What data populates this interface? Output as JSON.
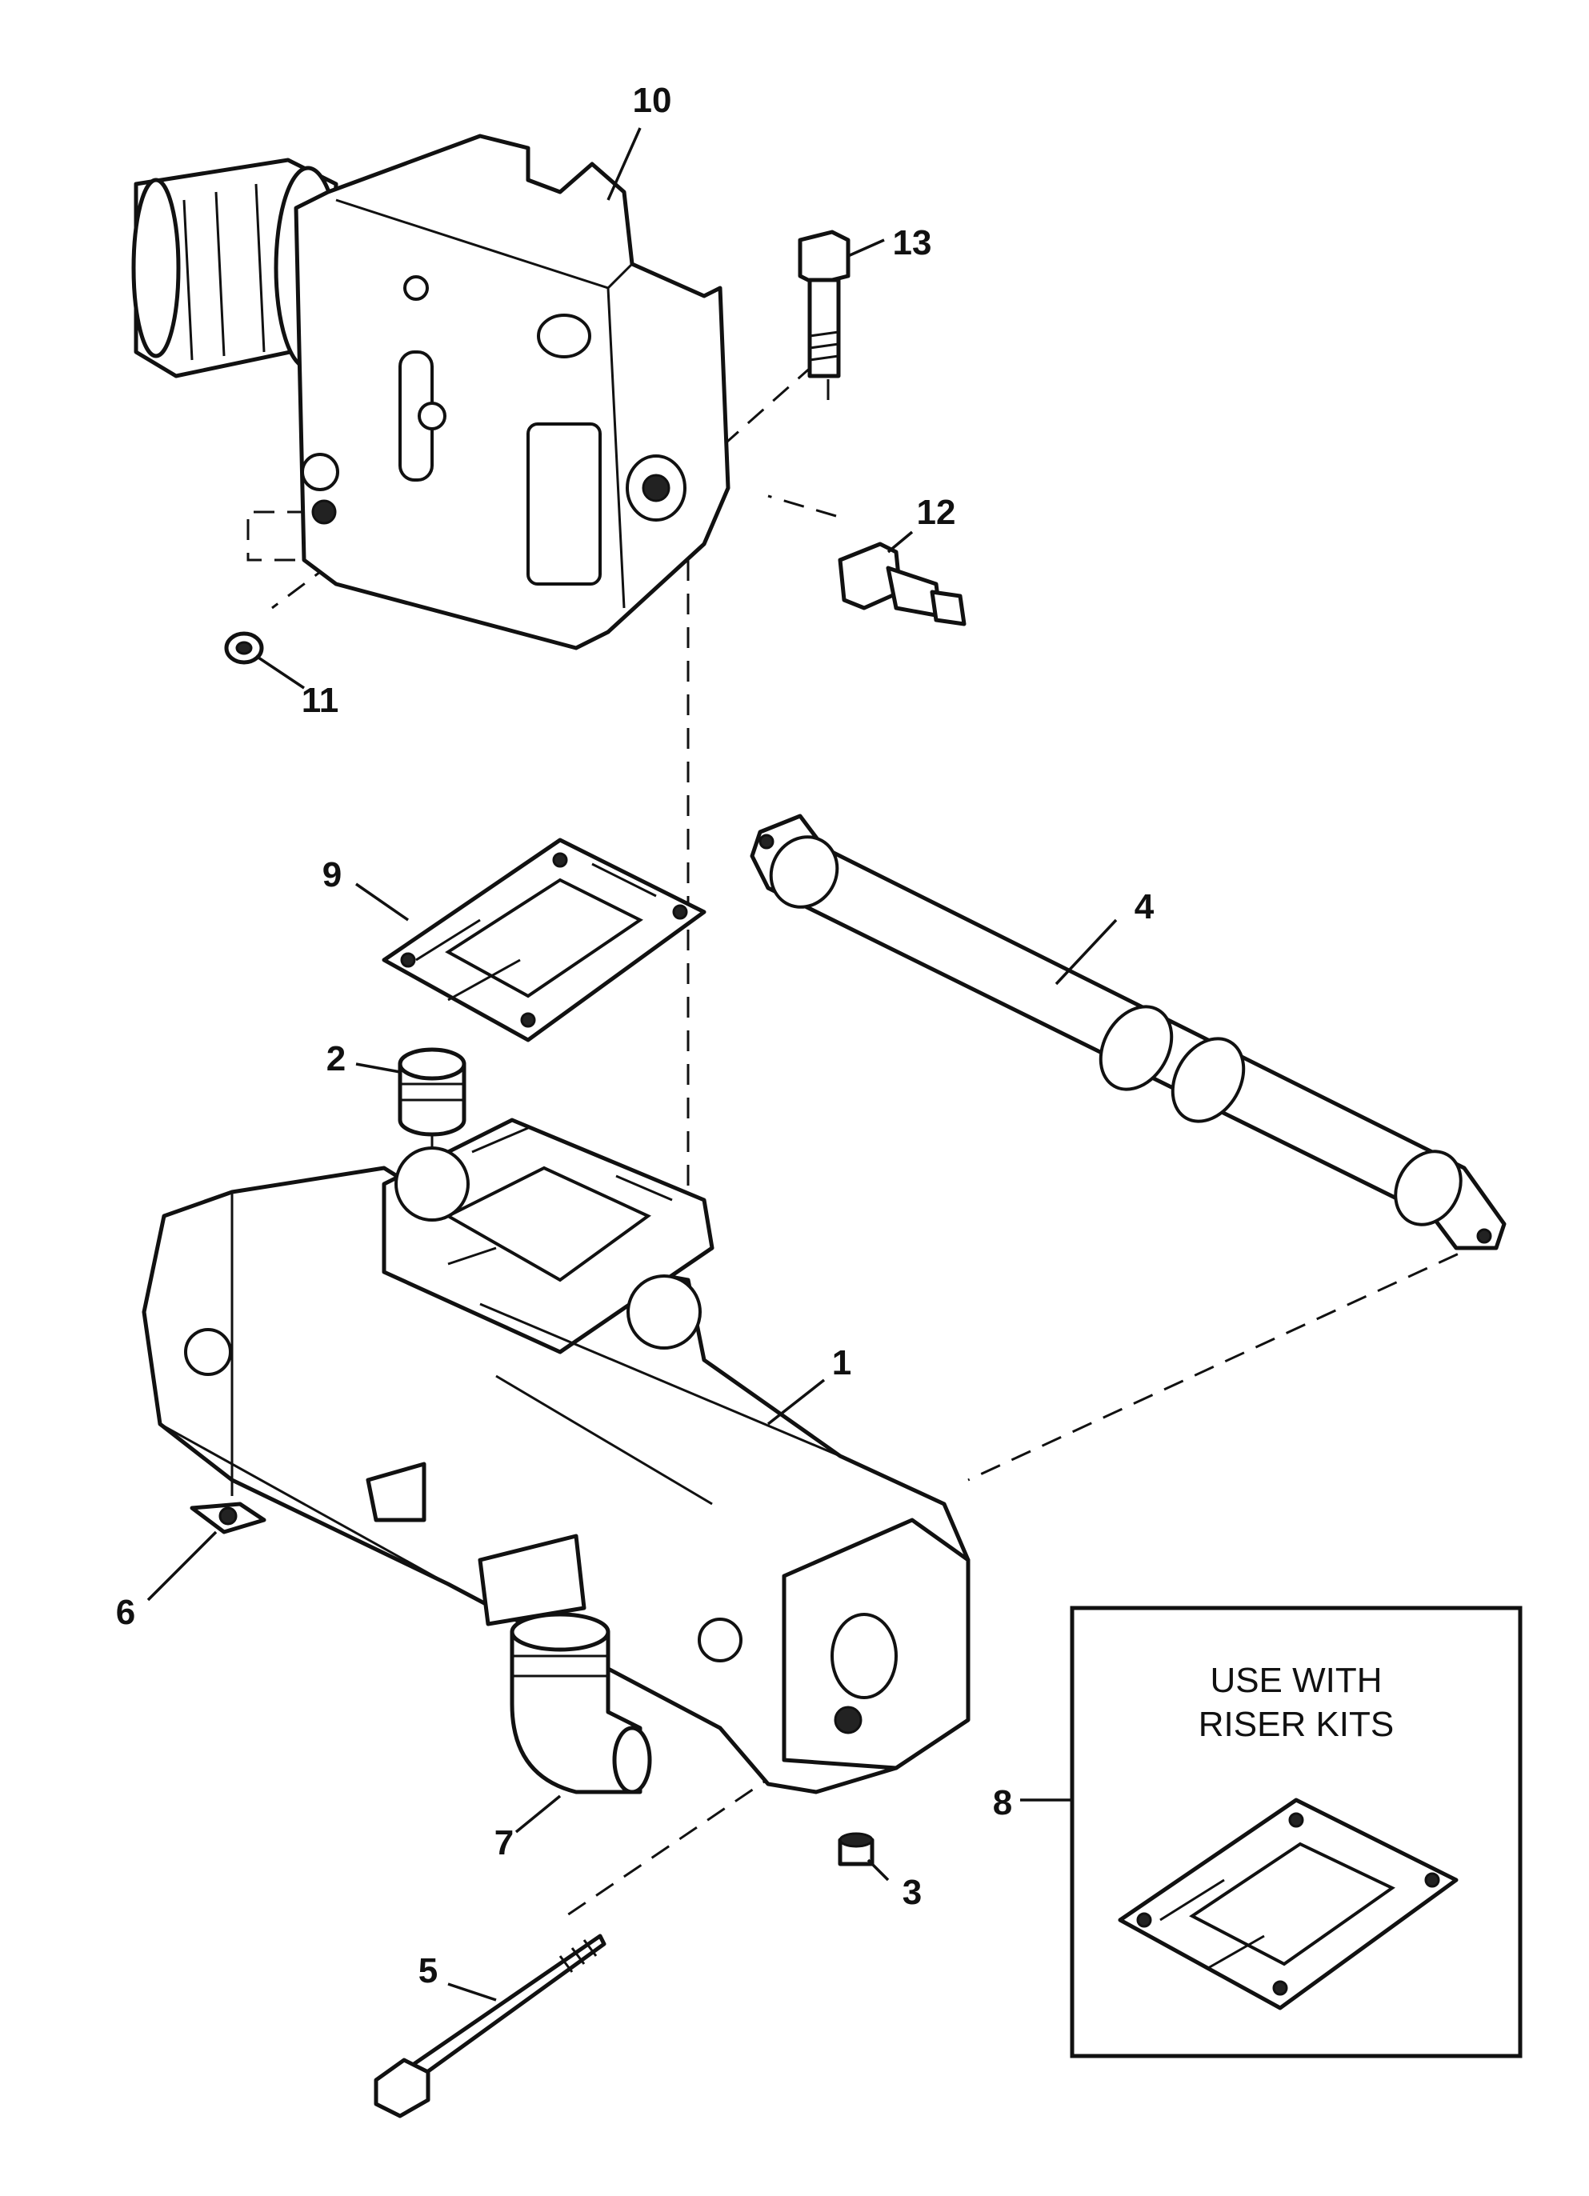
{
  "callouts": {
    "c1": "1",
    "c2": "2",
    "c3": "3",
    "c4": "4",
    "c5": "5",
    "c6": "6",
    "c7": "7",
    "c8": "8",
    "c9": "9",
    "c10": "10",
    "c11": "11",
    "c12": "12",
    "c13": "13"
  },
  "inset": {
    "line1": "USE WITH",
    "line2": "RISER KITS"
  }
}
